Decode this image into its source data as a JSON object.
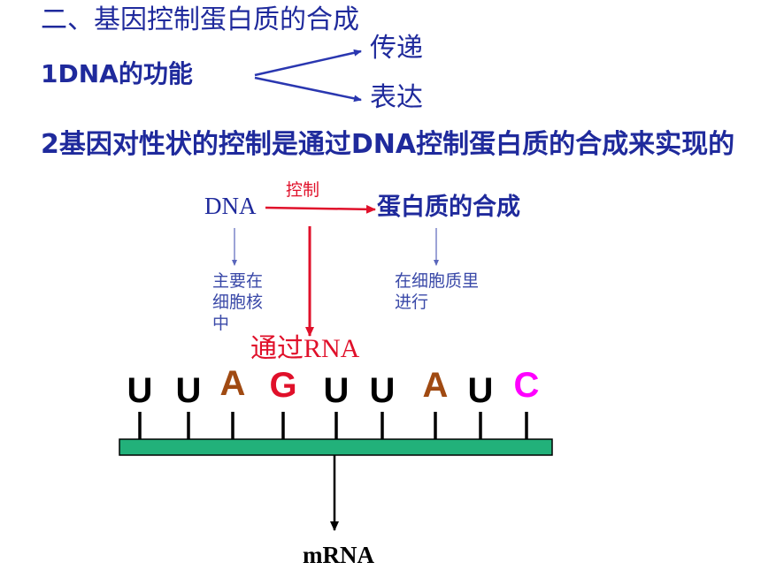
{
  "heading": "二、基因控制蛋白质的合成",
  "dna_function": {
    "label": "1DNA的功能",
    "branches": [
      "传递",
      "表达"
    ]
  },
  "statement2": "2基因对性状的控制是通过DNA控制蛋白质的合成来实现的",
  "diagram": {
    "dna": "DNA",
    "control": "控制",
    "protein_synthesis": "蛋白质的合成",
    "dna_location": "主要在细胞核中",
    "protein_location": "在细胞质里进行",
    "via_rna": "通过RNA"
  },
  "mrna": {
    "label": "mRNA",
    "bases": [
      {
        "letter": "U",
        "color": "#000000"
      },
      {
        "letter": "U",
        "color": "#000000"
      },
      {
        "letter": "A",
        "color": "#a04a12"
      },
      {
        "letter": "G",
        "color": "#e0102a"
      },
      {
        "letter": "U",
        "color": "#000000"
      },
      {
        "letter": "U",
        "color": "#000000"
      },
      {
        "letter": "A",
        "color": "#a04a12"
      },
      {
        "letter": "U",
        "color": "#000000"
      },
      {
        "letter": "C",
        "color": "#ff00ff"
      }
    ],
    "strand_color": "#22b17a"
  }
}
